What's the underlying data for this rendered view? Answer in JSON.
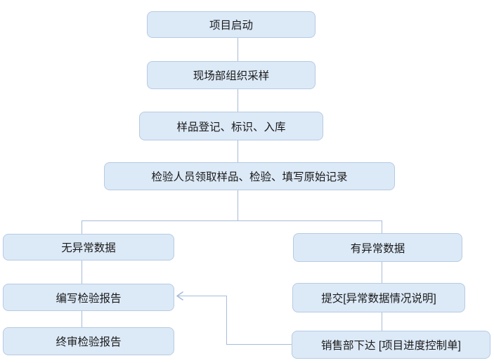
{
  "diagram": {
    "type": "flowchart",
    "title": "",
    "colors": {
      "node_fill": "#dce9f7",
      "node_border": "#b7cbe3",
      "connector": "#a7bcd8",
      "text": "#1a1a1a"
    },
    "nodes": [
      {
        "id": "start",
        "label": "项目启动"
      },
      {
        "id": "field-sampling",
        "label": "现场部组织采样"
      },
      {
        "id": "sample-registration",
        "label": "样品登记、标识、入库"
      },
      {
        "id": "inspection-record",
        "label": "检验人员领取样品、检验、填写原始记录"
      },
      {
        "id": "no-abnormal-data",
        "label": "无异常数据"
      },
      {
        "id": "abnormal-data",
        "label": "有异常数据"
      },
      {
        "id": "write-report",
        "label": "编写检验报告"
      },
      {
        "id": "final-review-report",
        "label": "终审检验报告"
      },
      {
        "id": "submit-abnormal-note",
        "label": "提交[异常数据情况说明]"
      },
      {
        "id": "sales-control-sheet",
        "label": "销售部下达 [项目进度控制单]"
      }
    ],
    "edges": [
      {
        "from": "start",
        "to": "field-sampling",
        "arrow": false
      },
      {
        "from": "field-sampling",
        "to": "sample-registration",
        "arrow": false
      },
      {
        "from": "sample-registration",
        "to": "inspection-record",
        "arrow": false
      },
      {
        "from": "inspection-record",
        "to": "no-abnormal-data",
        "arrow": false
      },
      {
        "from": "inspection-record",
        "to": "abnormal-data",
        "arrow": false
      },
      {
        "from": "no-abnormal-data",
        "to": "write-report",
        "arrow": false
      },
      {
        "from": "write-report",
        "to": "final-review-report",
        "arrow": false
      },
      {
        "from": "abnormal-data",
        "to": "submit-abnormal-note",
        "arrow": false
      },
      {
        "from": "submit-abnormal-note",
        "to": "sales-control-sheet",
        "arrow": false
      },
      {
        "from": "sales-control-sheet",
        "to": "write-report",
        "arrow": true
      }
    ]
  }
}
